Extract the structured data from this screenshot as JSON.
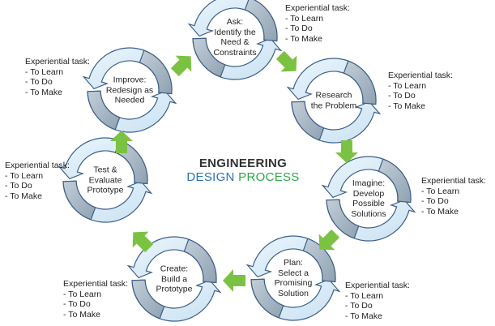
{
  "title": {
    "line1": "ENGINEERING",
    "line2_word1": "DESIGN",
    "line2_word2": "PROCESS",
    "colors": {
      "line1": "#333333",
      "design": "#2b72b8",
      "process": "#2ea84a"
    }
  },
  "colors": {
    "cycle_arrow_light": "#d8ebf7",
    "cycle_arrow_dark": "#a9b8c4",
    "cycle_arrow_outline": "#3d5f86",
    "flow_arrow": "#7cc242"
  },
  "task_heading": "Experiential task:",
  "steps": [
    {
      "id": "ask",
      "label": "Ask:\nIdentify the\nNeed &\nConstraints",
      "tasks": [
        "- To Learn",
        "- To Do",
        "- To Make"
      ]
    },
    {
      "id": "research",
      "label": "Research\nthe Problem",
      "tasks": [
        "- To Learn",
        "- To Do",
        "- To Make"
      ]
    },
    {
      "id": "imagine",
      "label": "Imagine:\nDevelop\nPossible\nSolutions",
      "tasks": [
        "- To Learn",
        "- To Do",
        "- To Make"
      ]
    },
    {
      "id": "plan",
      "label": "Plan:\nSelect a\nPromising\nSolution",
      "tasks": [
        "- To Learn",
        "- To Do",
        "- To Make"
      ]
    },
    {
      "id": "create",
      "label": "Create:\nBuild a\nPrototype",
      "tasks": [
        "- To Learn",
        "- To Do",
        "- To Make"
      ]
    },
    {
      "id": "test",
      "label": "Test &\nEvaluate\nPrototype",
      "tasks": [
        "- To Learn",
        "- To Do",
        "- To Make"
      ]
    },
    {
      "id": "improve",
      "label": "Improve:\nRedesign as\nNeeded",
      "tasks": [
        "- To Learn",
        "- To Do",
        "- To Make"
      ]
    }
  ]
}
